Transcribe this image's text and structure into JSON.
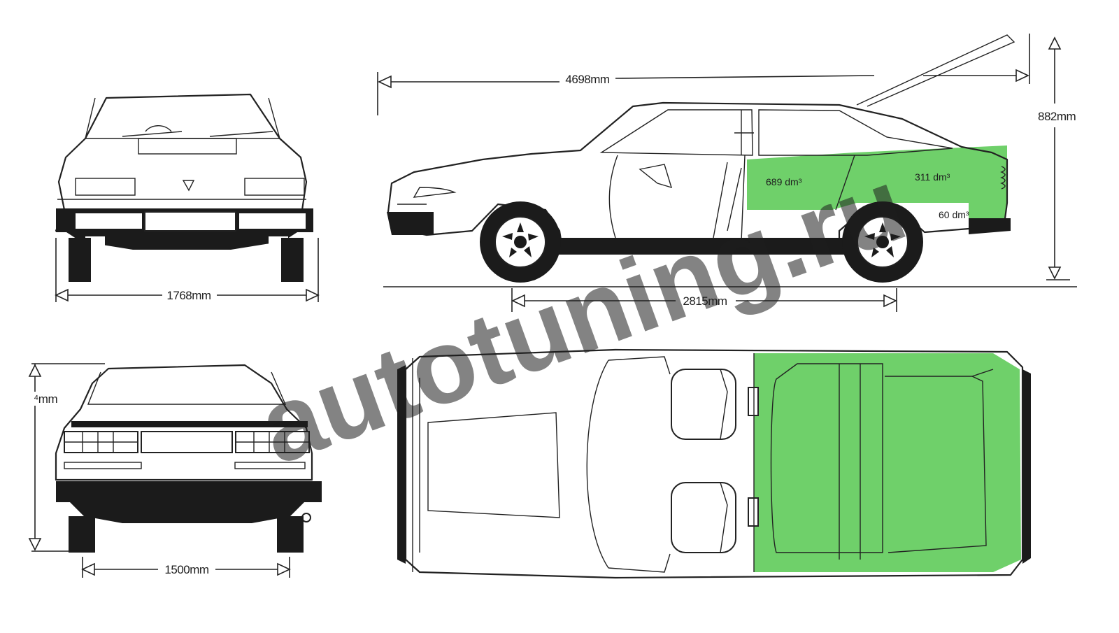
{
  "dimensions": {
    "front_width": "1768mm",
    "rear_track": "1500mm",
    "overall_length": "4698mm",
    "wheelbase": "2815mm",
    "tailgate_height": "882mm",
    "rear_height_partial": "⁴mm"
  },
  "capacities": {
    "rear_seat_space": "689 dm³",
    "boot_volume": "311 dm³",
    "underfloor_volume": "60 dm³"
  },
  "watermark": "autotuning.ru",
  "colors": {
    "cargo_fill": "#6fd06a",
    "line": "#222222",
    "watermark": "#bdbdbd"
  }
}
